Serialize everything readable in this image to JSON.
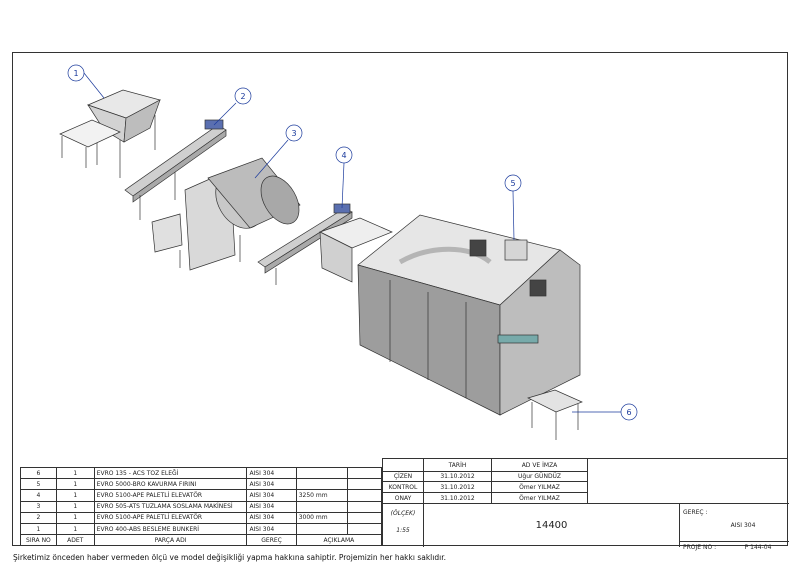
{
  "balloons": [
    "1",
    "2",
    "3",
    "4",
    "5",
    "6"
  ],
  "bom": {
    "rows": [
      {
        "no": "6",
        "qty": "1",
        "name": "EVRO 135 - ACS TOZ ELEĞİ",
        "material": "AISI 304",
        "note": ""
      },
      {
        "no": "5",
        "qty": "1",
        "name": "EVRO 5000-BRO KAVURMA FIRINI",
        "material": "AISI 304",
        "note": ""
      },
      {
        "no": "4",
        "qty": "1",
        "name": "EVRO 5100-APE PALETLİ ELEVATÖR",
        "material": "AISI 304",
        "note": "3250 mm"
      },
      {
        "no": "3",
        "qty": "1",
        "name": "EVRO 505-ATS TUZLAMA SOSLAMA MAKİNESİ",
        "material": "AISI 304",
        "note": ""
      },
      {
        "no": "2",
        "qty": "1",
        "name": "EVRO 5100-APE PALETLİ ELEVATÖR",
        "material": "AISI 304",
        "note": "3000 mm"
      },
      {
        "no": "1",
        "qty": "1",
        "name": "EVRO 400-ABS BESLEME BUNKERİ",
        "material": "AISI 304",
        "note": ""
      }
    ],
    "header": {
      "no": "SIRA NO",
      "qty": "ADET",
      "name": "PARÇA ADI",
      "material": "GEREÇ",
      "note": "AÇIKLAMA"
    }
  },
  "title_block": {
    "col_date": "TARİH",
    "col_sign": "AD VE İMZA",
    "rows": [
      {
        "role": "ÇİZEN",
        "date": "31.10.2012",
        "name": "Uğur GÜNDÜZ"
      },
      {
        "role": "KONTROL",
        "date": "31.10.2012",
        "name": "Ömer YILMAZ"
      },
      {
        "role": "ONAY",
        "date": "31.10.2012",
        "name": "Ömer YILMAZ"
      }
    ],
    "scale_label": "(ÖLÇEK)",
    "scale_value": "1:55",
    "drawing_number": "14400",
    "material_label": "GEREÇ :",
    "material_value": "AISI 304",
    "project_label": "PROJE NO :",
    "project_value": "P 144-04"
  },
  "footer": "Şirketimiz önceden haber vermeden ölçü ve model değişikliği yapma hakkına sahiptir. Projemizin her hakkı saklıdır."
}
